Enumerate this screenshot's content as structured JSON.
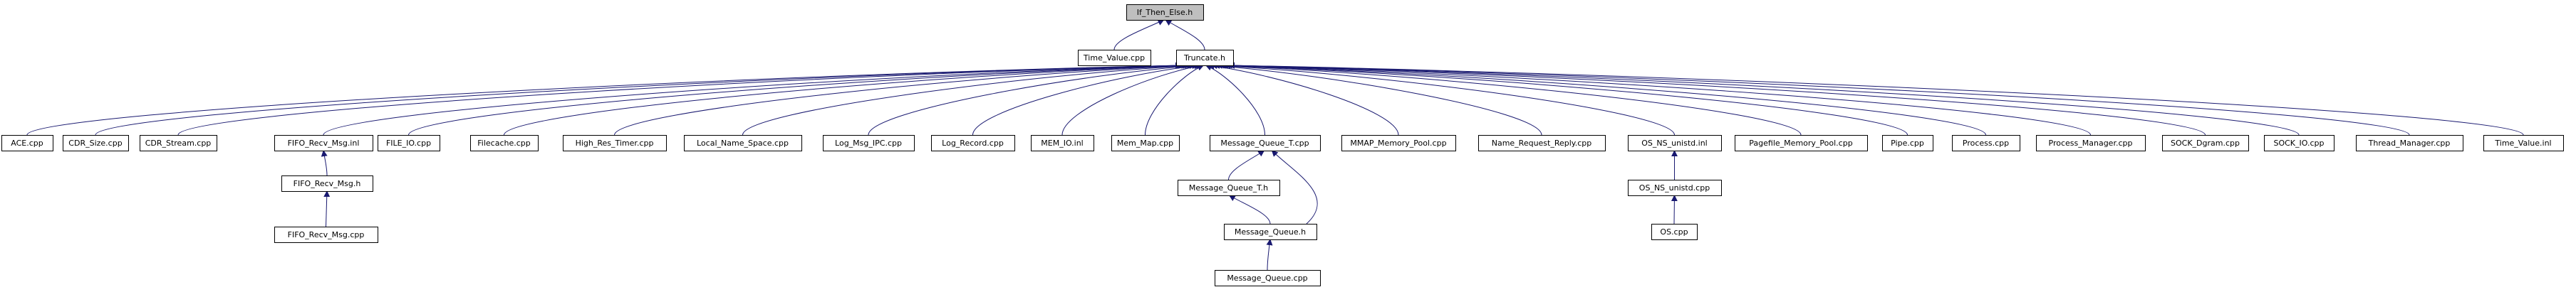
{
  "diagram": {
    "nodes": {
      "root": {
        "label": "If_Then_Else.h",
        "highlighted": true
      },
      "time_value_cpp": {
        "label": "Time_Value.cpp"
      },
      "truncate_h": {
        "label": "Truncate.h"
      },
      "ace_cpp": {
        "label": "ACE.cpp"
      },
      "cdr_size": {
        "label": "CDR_Size.cpp"
      },
      "cdr_stream": {
        "label": "CDR_Stream.cpp"
      },
      "fifo_inl": {
        "label": "FIFO_Recv_Msg.inl"
      },
      "file_io": {
        "label": "FILE_IO.cpp"
      },
      "filecache": {
        "label": "Filecache.cpp"
      },
      "hrtimer": {
        "label": "High_Res_Timer.cpp"
      },
      "lns": {
        "label": "Local_Name_Space.cpp"
      },
      "logmsg": {
        "label": "Log_Msg_IPC.cpp"
      },
      "logrec": {
        "label": "Log_Record.cpp"
      },
      "memio": {
        "label": "MEM_IO.inl"
      },
      "memmap": {
        "label": "Mem_Map.cpp"
      },
      "mqt_cpp": {
        "label": "Message_Queue_T.cpp"
      },
      "mmap": {
        "label": "MMAP_Memory_Pool.cpp"
      },
      "nrr": {
        "label": "Name_Request_Reply.cpp"
      },
      "osns_inl": {
        "label": "OS_NS_unistd.inl"
      },
      "pagefile": {
        "label": "Pagefile_Memory_Pool.cpp"
      },
      "pipe": {
        "label": "Pipe.cpp"
      },
      "process": {
        "label": "Process.cpp"
      },
      "procmgr": {
        "label": "Process_Manager.cpp"
      },
      "sockdgram": {
        "label": "SOCK_Dgram.cpp"
      },
      "sockio": {
        "label": "SOCK_IO.cpp"
      },
      "thrmgr": {
        "label": "Thread_Manager.cpp"
      },
      "tvinl": {
        "label": "Time_Value.inl"
      },
      "fifo_h": {
        "label": "FIFO_Recv_Msg.h"
      },
      "mqt_h": {
        "label": "Message_Queue_T.h"
      },
      "osns_cpp": {
        "label": "OS_NS_unistd.cpp"
      },
      "fifo_cpp": {
        "label": "FIFO_Recv_Msg.cpp"
      },
      "mq_h": {
        "label": "Message_Queue.h"
      },
      "os_cpp": {
        "label": "OS.cpp"
      },
      "mq_cpp": {
        "label": "Message_Queue.cpp"
      }
    },
    "edges": [
      [
        "time_value_cpp",
        "root"
      ],
      [
        "truncate_h",
        "root"
      ],
      [
        "ace_cpp",
        "truncate_h"
      ],
      [
        "cdr_size",
        "truncate_h"
      ],
      [
        "cdr_stream",
        "truncate_h"
      ],
      [
        "fifo_inl",
        "truncate_h"
      ],
      [
        "file_io",
        "truncate_h"
      ],
      [
        "filecache",
        "truncate_h"
      ],
      [
        "hrtimer",
        "truncate_h"
      ],
      [
        "lns",
        "truncate_h"
      ],
      [
        "logmsg",
        "truncate_h"
      ],
      [
        "logrec",
        "truncate_h"
      ],
      [
        "memio",
        "truncate_h"
      ],
      [
        "memmap",
        "truncate_h"
      ],
      [
        "mqt_cpp",
        "truncate_h"
      ],
      [
        "mmap",
        "truncate_h"
      ],
      [
        "nrr",
        "truncate_h"
      ],
      [
        "osns_inl",
        "truncate_h"
      ],
      [
        "pagefile",
        "truncate_h"
      ],
      [
        "pipe",
        "truncate_h"
      ],
      [
        "process",
        "truncate_h"
      ],
      [
        "procmgr",
        "truncate_h"
      ],
      [
        "sockdgram",
        "truncate_h"
      ],
      [
        "sockio",
        "truncate_h"
      ],
      [
        "thrmgr",
        "truncate_h"
      ],
      [
        "tvinl",
        "truncate_h"
      ],
      [
        "fifo_h",
        "fifo_inl"
      ],
      [
        "fifo_cpp",
        "fifo_h"
      ],
      [
        "mqt_h",
        "mqt_cpp"
      ],
      [
        "mq_h",
        "mqt_h"
      ],
      [
        "mq_h",
        "mqt_cpp"
      ],
      [
        "mq_cpp",
        "mq_h"
      ],
      [
        "osns_cpp",
        "osns_inl"
      ],
      [
        "os_cpp",
        "osns_cpp"
      ]
    ],
    "colors": {
      "edge": "#191970",
      "node_border": "#000000",
      "highlight_fill": "#bfbfbf",
      "node_fill": "#ffffff"
    }
  }
}
